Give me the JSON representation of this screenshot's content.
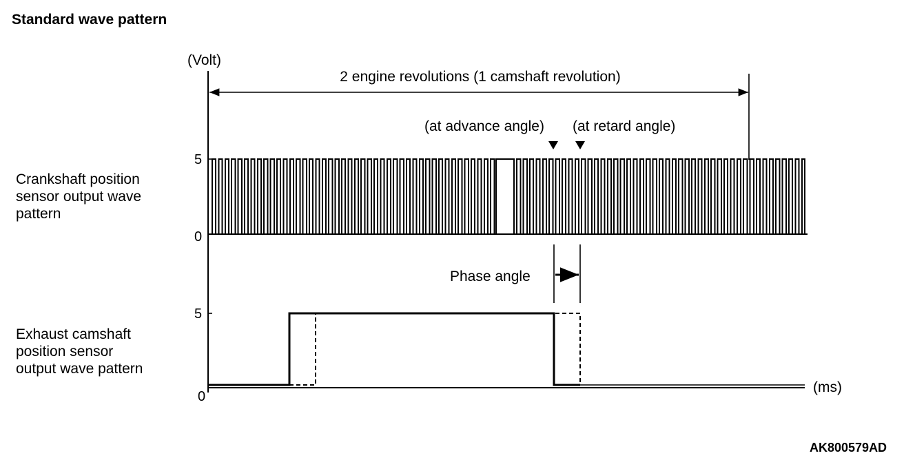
{
  "title": "Standard wave pattern",
  "y_axis_unit": "(Volt)",
  "x_axis_unit": "(ms)",
  "revolution_span_label": "2 engine revolutions (1 camshaft revolution)",
  "advance_marker_label": "(at advance angle)",
  "retard_marker_label": "(at retard angle)",
  "phase_angle_label": "Phase angle",
  "crankshaft": {
    "label_lines": [
      "Crankshaft position",
      "sensor output wave",
      "pattern"
    ],
    "high_tick": "5",
    "low_tick": "0"
  },
  "camshaft": {
    "label_lines": [
      "Exhaust camshaft",
      "position sensor",
      "output wave pattern"
    ],
    "high_tick": "5",
    "low_tick": "0"
  },
  "figure_code": "AK800579AD"
}
